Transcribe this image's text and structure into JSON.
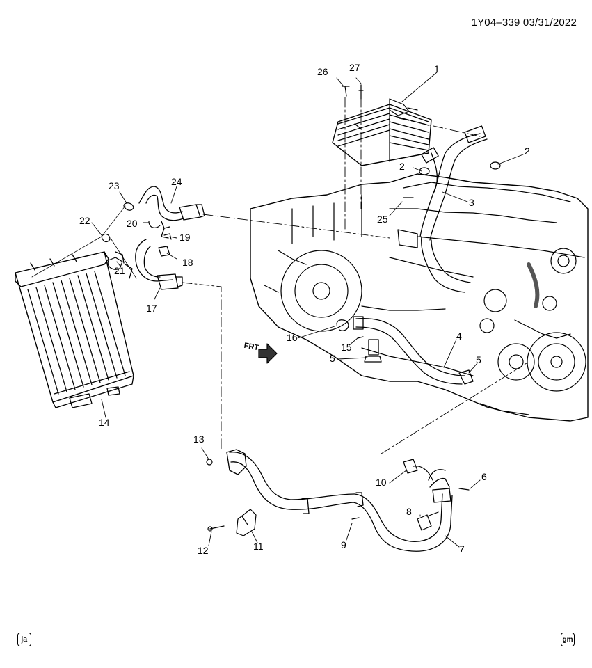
{
  "header": {
    "code": "1Y04–339  03/31/2022"
  },
  "corner_tags": {
    "left": "ja",
    "right": "gm"
  },
  "frt_label": "FRT",
  "callouts": [
    {
      "id": "1",
      "label": "1"
    },
    {
      "id": "2a",
      "label": "2"
    },
    {
      "id": "2b",
      "label": "2"
    },
    {
      "id": "3",
      "label": "3"
    },
    {
      "id": "4",
      "label": "4"
    },
    {
      "id": "5a",
      "label": "5"
    },
    {
      "id": "5b",
      "label": "5"
    },
    {
      "id": "6",
      "label": "6"
    },
    {
      "id": "7",
      "label": "7"
    },
    {
      "id": "8",
      "label": "8"
    },
    {
      "id": "9",
      "label": "9"
    },
    {
      "id": "10",
      "label": "10"
    },
    {
      "id": "11",
      "label": "11"
    },
    {
      "id": "12",
      "label": "12"
    },
    {
      "id": "13",
      "label": "13"
    },
    {
      "id": "14",
      "label": "14"
    },
    {
      "id": "15",
      "label": "15"
    },
    {
      "id": "16",
      "label": "16"
    },
    {
      "id": "17",
      "label": "17"
    },
    {
      "id": "18",
      "label": "18"
    },
    {
      "id": "19",
      "label": "19"
    },
    {
      "id": "20",
      "label": "20"
    },
    {
      "id": "21",
      "label": "21"
    },
    {
      "id": "22",
      "label": "22"
    },
    {
      "id": "23",
      "label": "23"
    },
    {
      "id": "24",
      "label": "24"
    },
    {
      "id": "25",
      "label": "25"
    },
    {
      "id": "26",
      "label": "26"
    },
    {
      "id": "27",
      "label": "27"
    }
  ]
}
